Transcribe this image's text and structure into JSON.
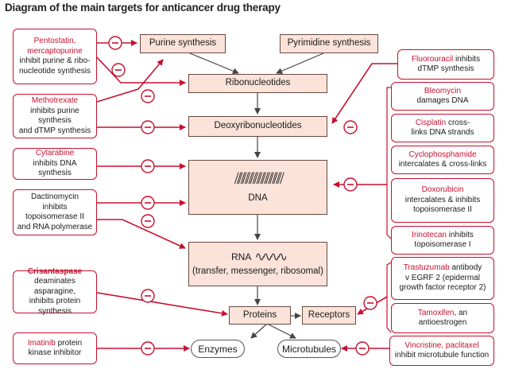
{
  "title": "Diagram of the main targets for anticancer drug therapy",
  "targets": {
    "purine": "Purine synthesis",
    "pyrimidine": "Pyrimidine synthesis",
    "ribonucleotides": "Ribonucleotides",
    "deoxyribonucleotides": "Deoxyribonucleotides",
    "dna": "DNA",
    "rna_label": "RNA",
    "rna_sub": "(transfer, messenger, ribosomal)",
    "proteins": "Proteins",
    "receptors": "Receptors",
    "enzymes": "Enzymes",
    "microtubules": "Microtubules"
  },
  "left_drugs": {
    "pentostatin": {
      "name1": "Pentostatin,",
      "name2": "mercaptopurine",
      "l1": "inhibit purine & ribo-",
      "l2": "nucleotide synthesis"
    },
    "methotrexate": {
      "name": "Methotrexate",
      "l1": "inhibits purine synthesis",
      "l2": "and dTMP synthesis"
    },
    "cytarabine": {
      "name": "Cytarabine",
      "l1": "inhibits DNA synthesis"
    },
    "dactinomycin": {
      "l1": "Dactinomycin",
      "l2": "inhibits topoisomerase II",
      "l3": "and RNA polymerase"
    },
    "crisantaspase": {
      "name": "Crisantaspase",
      "l1": "deaminates asparagine,",
      "l2": "inhibits protein synthesis"
    },
    "imatinib": {
      "name": "Imatinib",
      "rest": " protein",
      "l2": "kinase inhibitor"
    }
  },
  "right_drugs": {
    "fluorouracil": {
      "name": "Fluorouracil",
      "rest": " inhibits",
      "l2": "dTMP synthesis"
    },
    "bleomycin": {
      "name": "Bleomycin",
      "l1": "damages DNA"
    },
    "cisplatin": {
      "name": "Cisplatin",
      "rest": " cross-",
      "l2": "links DNA strands"
    },
    "cyclophosphamide": {
      "name": "Cyclophosphamide",
      "l1": "intercalates & cross-links"
    },
    "doxorubicin": {
      "name": "Doxorubicin",
      "l1": "intercalates & inhibits",
      "l2": "topoisomerase II"
    },
    "irinotecan": {
      "name": "Irinotecan",
      "rest": " inhibits",
      "l2": "topoisomerase I"
    },
    "trastuzumab": {
      "name": "Trastuzumab",
      "rest": " antibody",
      "l2": "v EGRF 2 (epidermal",
      "l3": "growth factor receptor 2)"
    },
    "tamoxifen": {
      "name": "Tamoxifen",
      "rest": ", an",
      "l2": "antioestrogen"
    },
    "vincristine": {
      "name": "Vincristine, paclitaxel",
      "l2": "inhibit microtubule function"
    }
  },
  "inhibit_symbol": "⊖",
  "colors": {
    "accent": "#c8102e",
    "target_fill": "#fbe3d9"
  }
}
